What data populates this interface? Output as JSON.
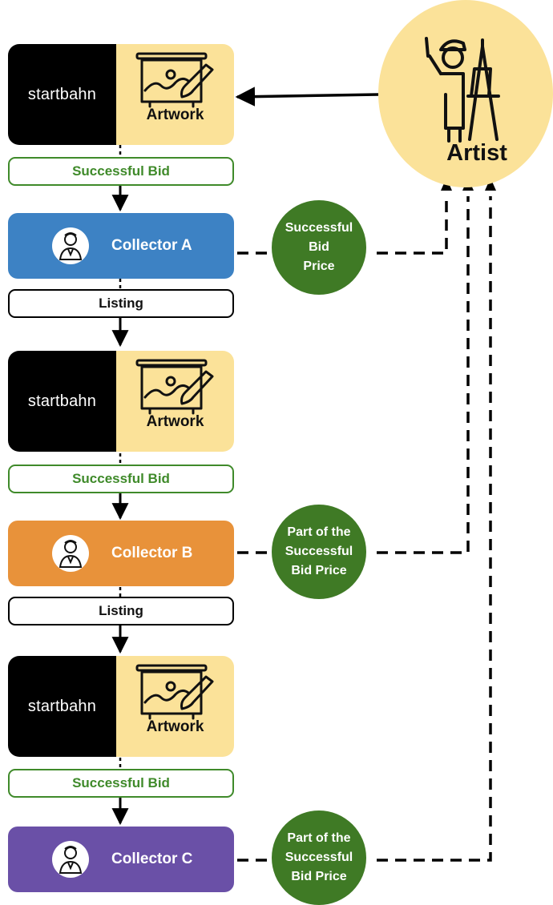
{
  "brand": {
    "logo_text": "startbahn"
  },
  "artwork": {
    "label": "Artwork"
  },
  "steps": {
    "successful_bid": "Successful Bid",
    "listing": "Listing"
  },
  "collectors": [
    {
      "label": "Collector A",
      "color": "#3d82c4"
    },
    {
      "label": "Collector B",
      "color": "#e8923a"
    },
    {
      "label": "Collector C",
      "color": "#6a50a7"
    }
  ],
  "payments": [
    {
      "lines": [
        "Successful",
        "Bid",
        "Price"
      ]
    },
    {
      "lines": [
        "Part of the",
        "Successful",
        "Bid Price"
      ]
    },
    {
      "lines": [
        "Part of the",
        "Successful",
        "Bid Price"
      ]
    }
  ],
  "artist": {
    "label": "Artist"
  },
  "colors": {
    "artwork_bg": "#fbe299",
    "logo_bg": "#000000",
    "bid_green": "#3f8a2a",
    "price_green": "#3f7a25",
    "artist_bg": "#fbe299"
  },
  "icons": [
    "artwork-icon",
    "collector-avatar-icon",
    "artist-painter-icon",
    "arrow-icon"
  ]
}
